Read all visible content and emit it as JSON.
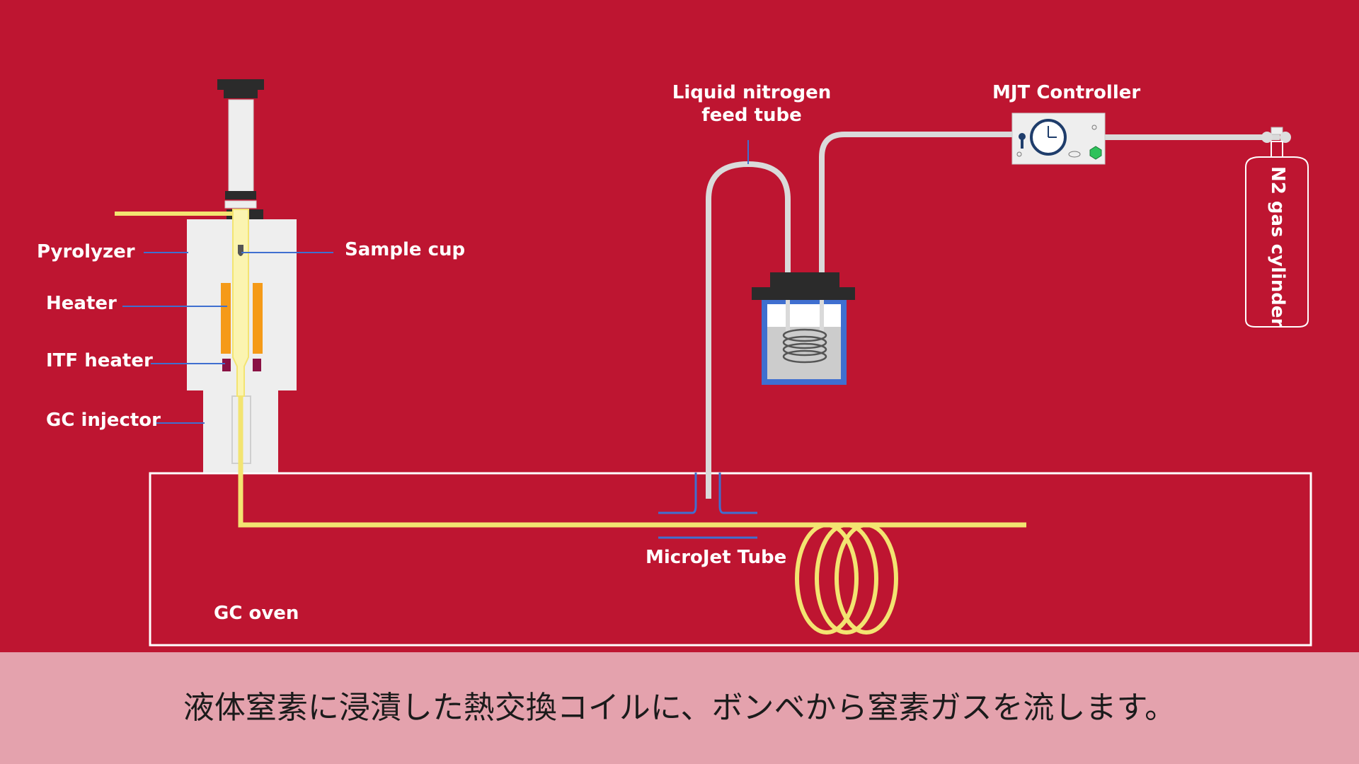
{
  "colors": {
    "background": "#be1531",
    "subtitle_bar": "#e4a2ad",
    "line_yellow": "#f3e471",
    "pointer_blue": "#3f6fd0",
    "heater_orange": "#f59a18",
    "itf_maroon": "#8a1144"
  },
  "labels": {
    "pyrolyzer": "Pyrolyzer",
    "heater": "Heater",
    "itf_heater": "ITF heater",
    "gc_injector": "GC injector",
    "sample_cup": "Sample cup",
    "ln2_feed_tube_line1": "Liquid nitrogen",
    "ln2_feed_tube_line2": "feed tube",
    "mjt_controller": "MJT Controller",
    "n2_cylinder": "N2 gas cylinder",
    "microjet_tube": "MicroJet Tube",
    "gc_oven": "GC oven"
  },
  "subtitle": "液体窒素に浸漬した熱交換コイルに、ボンベから窒素ガスを流します。",
  "icons": [
    "pyrolyzer-icon",
    "dewar-icon",
    "heat-exchange-coil-icon",
    "controller-gauge-icon",
    "gas-cylinder-icon",
    "column-coil-icon"
  ]
}
